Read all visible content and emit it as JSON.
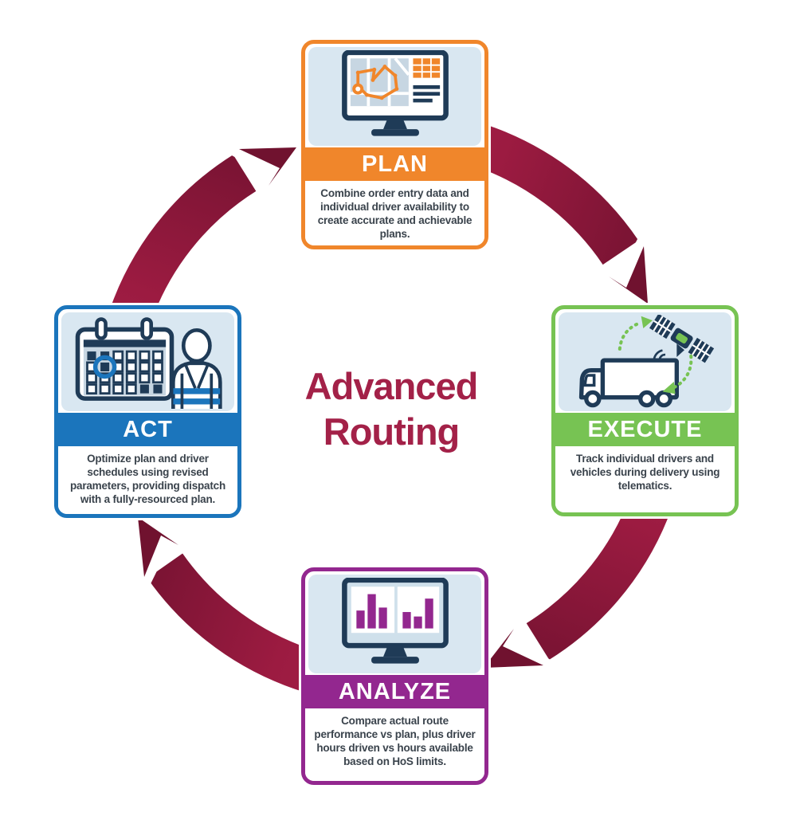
{
  "title": {
    "line1": "Advanced",
    "line2": "Routing"
  },
  "cycle": {
    "direction": "clockwise",
    "arrow_color": "#A32047",
    "arrow_head_color": "#70122F"
  },
  "colors": {
    "orange": "#F0862B",
    "green": "#77C353",
    "blue": "#1B75BC",
    "purple": "#93278F",
    "navy": "#1F3B57",
    "icon_background": "#D9E7F1",
    "title_text": "#A32148",
    "body_text": "#3A434C"
  },
  "stages": [
    {
      "id": "plan",
      "label": "PLAN",
      "color": "#F0862B",
      "icon": "route-planning-monitor-icon",
      "description": "Combine order entry data and individual driver availability to create accurate and achievable plans."
    },
    {
      "id": "execute",
      "label": "EXECUTE",
      "color": "#77C353",
      "icon": "truck-satellite-telematics-icon",
      "description": "Track individual drivers and vehicles during delivery using telematics."
    },
    {
      "id": "analyze",
      "label": "ANALYZE",
      "color": "#93278F",
      "icon": "bar-chart-monitor-icon",
      "description": "Compare actual route performance vs plan, plus driver hours driven vs hours available based on HoS limits."
    },
    {
      "id": "act",
      "label": "ACT",
      "color": "#1B75BC",
      "icon": "calendar-driver-schedule-icon",
      "description": "Optimize plan and driver schedules using revised parameters, providing dispatch with a fully-resourced plan."
    }
  ]
}
